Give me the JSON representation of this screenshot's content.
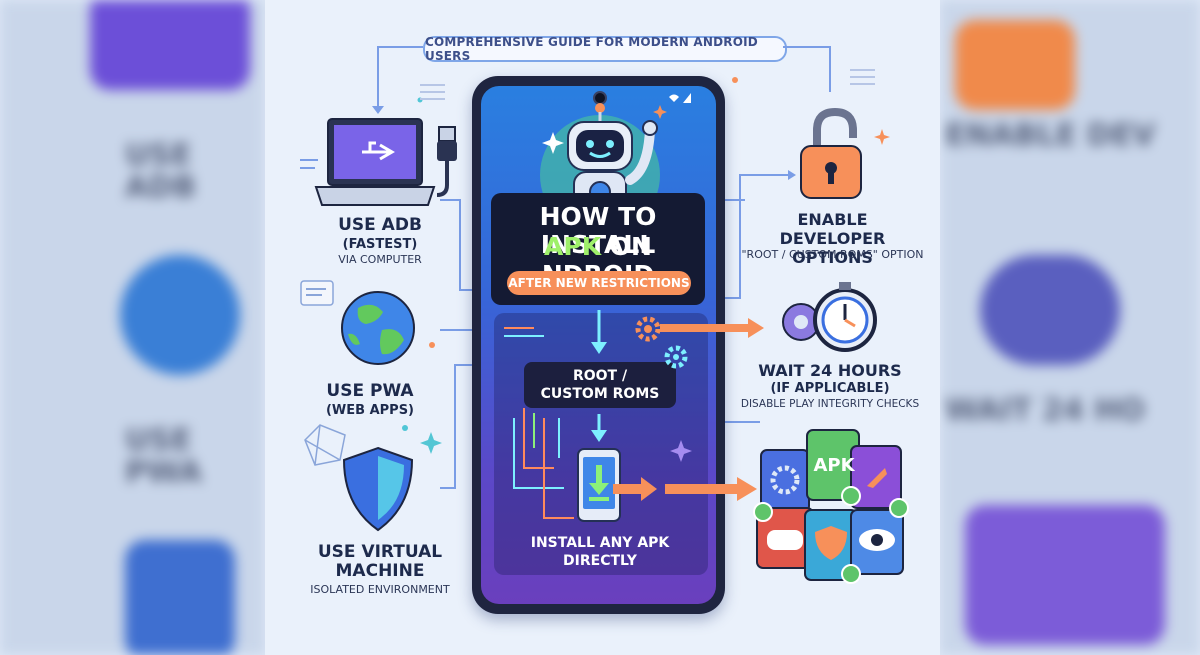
{
  "header": {
    "subtitle": "COMPREHENSIVE GUIDE FOR MODERN ANDROID USERS"
  },
  "phone": {
    "title_line1": "HOW TO INSTALL",
    "title_line2_accent": "APK",
    "title_line2_rest": " ON NDROID",
    "restriction_pill": "AFTER NEW RESTRICTIONS",
    "root_line1": "ROOT /",
    "root_line2": "CUSTOM ROMS",
    "install_line1": "INSTALL ANY APK",
    "install_line2": "DIRECTLY"
  },
  "left": {
    "adb_title": "USE ADB",
    "adb_title2": "(FASTEST)",
    "adb_sub": "VIA COMPUTER",
    "pwa_title": "USE PWA",
    "pwa_title2": "(WEB APPS)",
    "vm_title": "USE VIRTUAL",
    "vm_title2": "MACHINE",
    "vm_sub": "ISOLATED ENVIRONMENT"
  },
  "right": {
    "dev_title": "ENABLE DEVELOPER",
    "dev_title2": "OPTIONS",
    "dev_sub": "\"ROOT / CUSTOM ROMS\" OPTION",
    "wait_title": "WAIT 24 HOURS",
    "wait_title2": "(IF APPLICABLE)",
    "wait_sub": "DISABLE PLAY INTEGRITY CHECKS",
    "apk_label": "APK"
  },
  "icons": [
    "laptop-icon",
    "usb-icon",
    "globe-icon",
    "shield-icon",
    "robot-icon",
    "padlock-icon",
    "gear-icon",
    "stopwatch-icon",
    "download-phone-icon",
    "apk-files-icon",
    "gamepad-icon",
    "eye-icon",
    "rocket-icon",
    "check-icon"
  ],
  "colors": {
    "accent_orange": "#f7905a",
    "accent_green": "#9ff06a",
    "ink": "#1d2a4c"
  }
}
